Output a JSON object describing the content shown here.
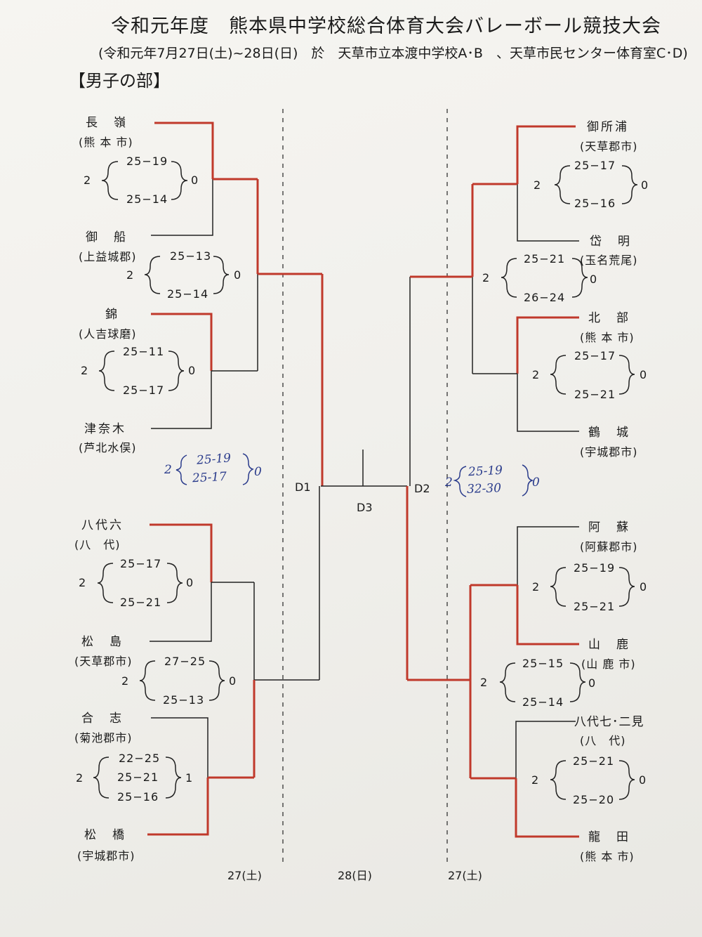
{
  "title": "令和元年度　熊本県中学校総合体育大会バレーボール競技大会",
  "subtitle": "(令和元年7月27日(土)~28日(日)　於　天草市立本渡中学校A･B　、天草市民センター体育室C･D)",
  "section": "【男子の部】",
  "teams_left": [
    {
      "name": "長　嶺",
      "region": "(熊 本 市)"
    },
    {
      "name": "御　船",
      "region": "(上益城郡)"
    },
    {
      "name": "錦",
      "region": "(人吉球磨)"
    },
    {
      "name": "津奈木",
      "region": "(芦北水俣)"
    },
    {
      "name": "八代六",
      "region": "(八　代)"
    },
    {
      "name": "松　島",
      "region": "(天草郡市)"
    },
    {
      "name": "合　志",
      "region": "(菊池郡市)"
    },
    {
      "name": "松　橋",
      "region": "(宇城郡市)"
    }
  ],
  "teams_right": [
    {
      "name": "御所浦",
      "region": "(天草郡市)"
    },
    {
      "name": "岱　明",
      "region": "(玉名荒尾)"
    },
    {
      "name": "北　部",
      "region": "(熊 本 市)"
    },
    {
      "name": "鶴　城",
      "region": "(宇城郡市)"
    },
    {
      "name": "阿　蘇",
      "region": "(阿蘇郡市)"
    },
    {
      "name": "山　鹿",
      "region": "(山 鹿 市)"
    },
    {
      "name": "八代七･二見",
      "region": "(八　代)"
    },
    {
      "name": "龍　田",
      "region": "(熊 本 市)"
    }
  ],
  "matches_left": [
    {
      "w": "2",
      "l": "0",
      "sets": [
        "25−19",
        "25−14"
      ]
    },
    {
      "w": "2",
      "l": "0",
      "sets": [
        "25−13",
        "25−14"
      ]
    },
    {
      "w": "2",
      "l": "0",
      "sets": [
        "25−11",
        "25−17"
      ]
    },
    {
      "w": "2",
      "l": "0",
      "sets": [
        "25−17",
        "25−21"
      ]
    },
    {
      "w": "2",
      "l": "0",
      "sets": [
        "27−25",
        "25−13"
      ]
    },
    {
      "w": "2",
      "l": "1",
      "sets": [
        "22−25",
        "25−21",
        "25−16"
      ]
    }
  ],
  "matches_right": [
    {
      "w": "2",
      "l": "0",
      "sets": [
        "25−17",
        "25−16"
      ]
    },
    {
      "w": "2",
      "l": "0",
      "sets": [
        "25−21",
        "26−24"
      ]
    },
    {
      "w": "2",
      "l": "0",
      "sets": [
        "25−17",
        "25−21"
      ]
    },
    {
      "w": "2",
      "l": "0",
      "sets": [
        "25−19",
        "25−21"
      ]
    },
    {
      "w": "2",
      "l": "0",
      "sets": [
        "25−15",
        "25−14"
      ]
    },
    {
      "w": "2",
      "l": "0",
      "sets": [
        "25−21",
        "25−20"
      ]
    }
  ],
  "handwritten_left": {
    "w": "2",
    "l": "0",
    "sets": [
      "25-19",
      "25-17"
    ]
  },
  "handwritten_right": {
    "w": "2",
    "l": "0",
    "sets": [
      "25-19",
      "32-30"
    ]
  },
  "courts": {
    "d1": "D1",
    "d2": "D2",
    "d3": "D3"
  },
  "days": {
    "left": "27(土)",
    "center": "28(日)",
    "right": "27(土)"
  },
  "colors": {
    "winner_line": "#c0392b",
    "line": "#222222",
    "ink": "#2b3c8c"
  }
}
